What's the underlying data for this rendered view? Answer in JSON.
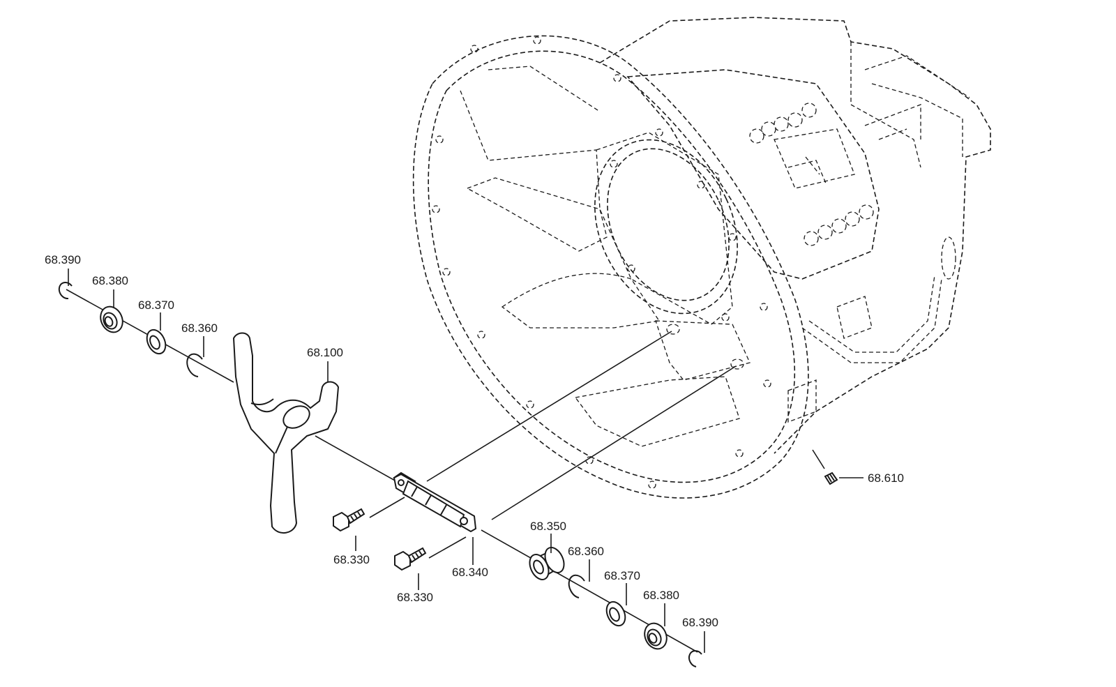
{
  "diagram": {
    "type": "exploded-parts-diagram",
    "callouts": {
      "c68390a": "68.390",
      "c68380a": "68.380",
      "c68370a": "68.370",
      "c68360a": "68.360",
      "c68100": "68.100",
      "c68330a": "68.330",
      "c68330b": "68.330",
      "c68340": "68.340",
      "c68350": "68.350",
      "c68360b": "68.360",
      "c68370b": "68.370",
      "c68380b": "68.380",
      "c68390b": "68.390",
      "c68610": "68.610"
    }
  }
}
